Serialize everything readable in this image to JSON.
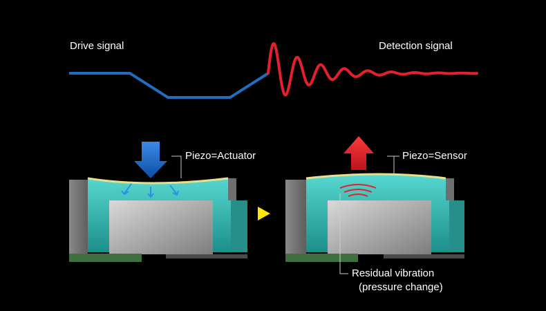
{
  "labels": {
    "drive_signal": "Drive signal",
    "detection_signal": "Detection signal",
    "piezo_actuator": "Piezo=Actuator",
    "piezo_sensor": "Piezo=Sensor",
    "residual_vibration": "Residual vibration",
    "pressure_change": "(pressure change)"
  },
  "colors": {
    "background": "#000000",
    "drive_signal": "#1f6fc0",
    "detection_signal": "#e3202c",
    "push_arrow": "#1b64c4",
    "sensor_arrow": "#e3202c",
    "piezo_film": "#e9df8a",
    "fluid": "#2fbdb3",
    "body_gray": "#9a9a9a",
    "step_arrow": "#ffe800"
  },
  "icons": {
    "push_arrow": "arrow-down-icon",
    "sensor_arrow": "arrow-up-icon",
    "step_arrow": "triangle-right-icon"
  }
}
